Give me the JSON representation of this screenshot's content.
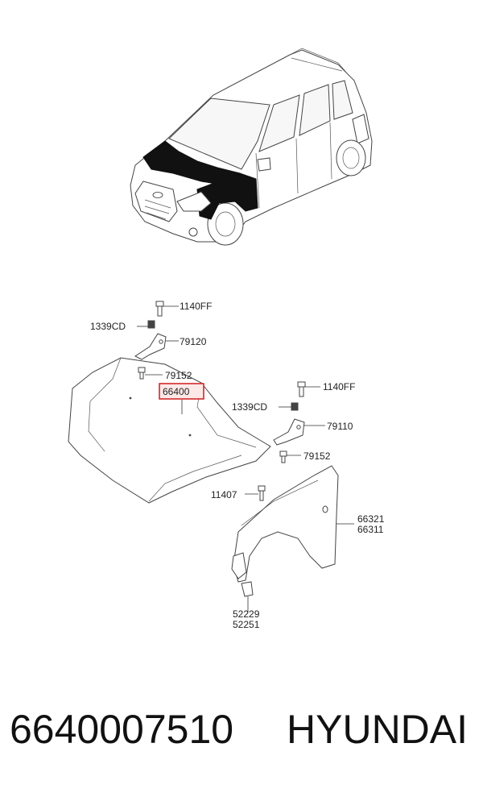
{
  "callouts": {
    "bolt_top_upper": "1140FF",
    "nut_upper": "1339CD",
    "hinge_upper": "79120",
    "bolt_upper": "79152",
    "hood": "66400",
    "bolt_top_lower": "1140FF",
    "nut_lower": "1339CD",
    "hinge_lower": "79110",
    "bolt_lower": "79152",
    "fender_bolt": "11407",
    "fender_rh": "66321",
    "fender_lh": "66311",
    "clip_a": "52229",
    "clip_b": "52251"
  },
  "caption": {
    "part_number": "6640007510",
    "brand": "HYUNDAI"
  },
  "colors": {
    "highlight": "#d11b1b",
    "highlight_fill": "#fde8e8",
    "panel_fill": "#111111"
  }
}
